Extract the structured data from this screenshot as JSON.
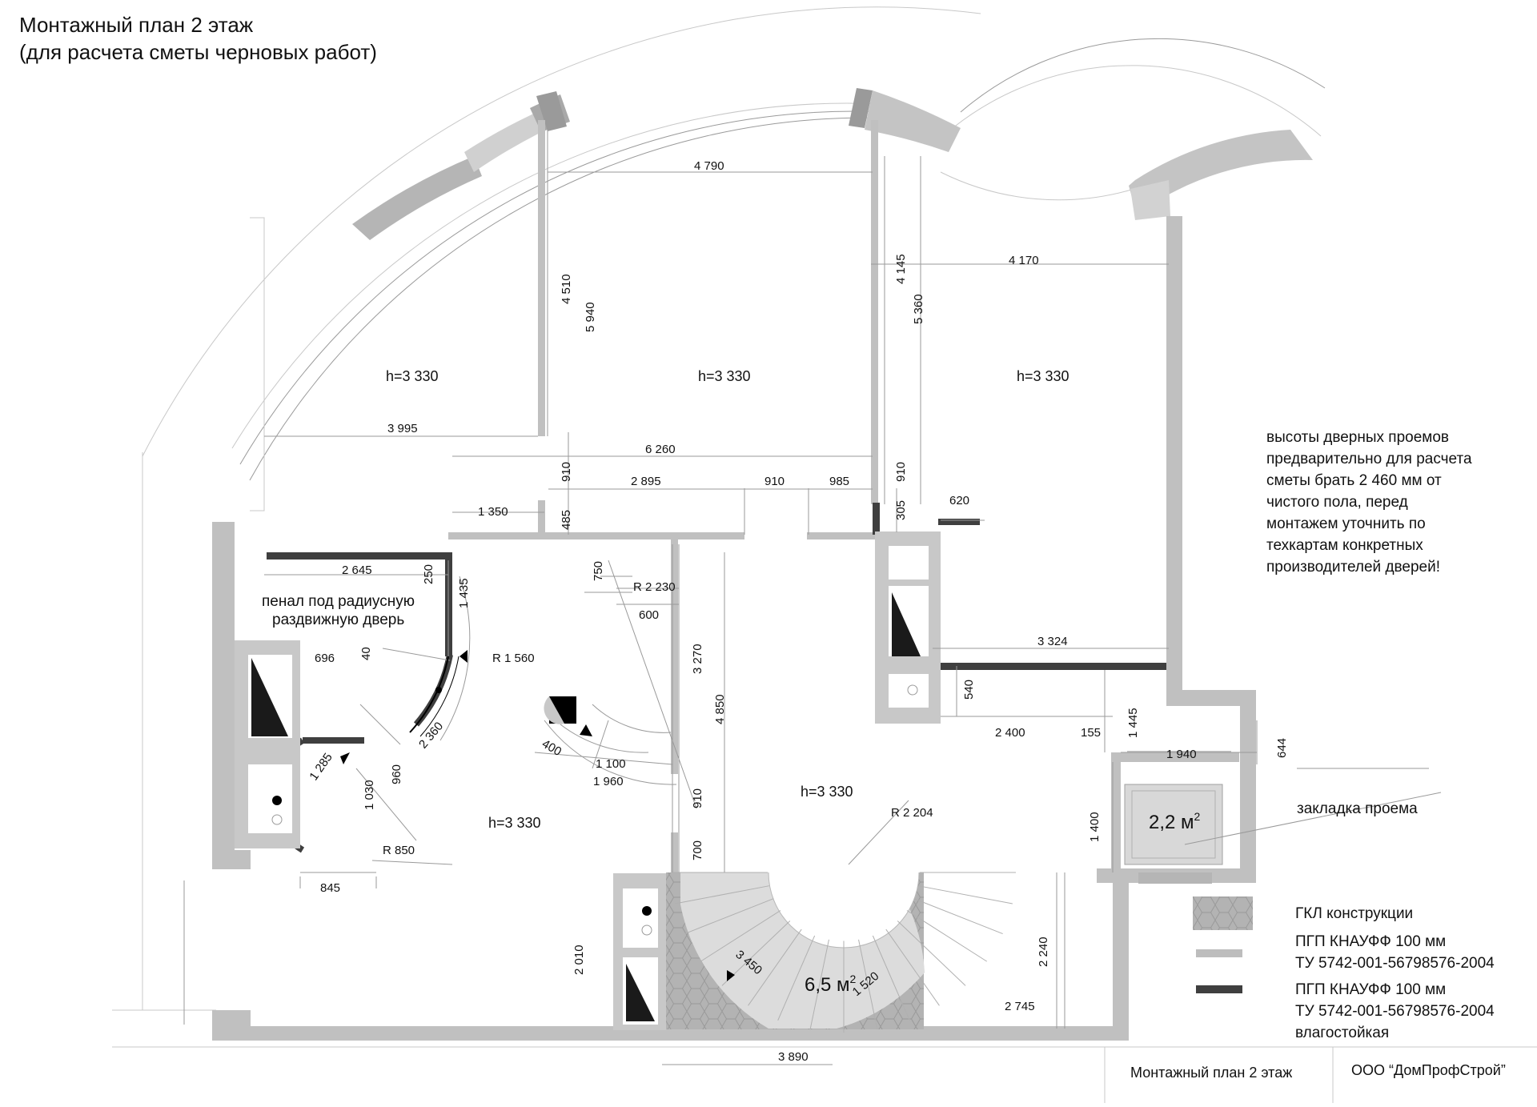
{
  "title": {
    "line1": "Монтажный план 2 этаж",
    "line2": "(для расчета сметы черновых работ)"
  },
  "rooms": [
    {
      "id": "bedroom-left",
      "label": "h=3 330"
    },
    {
      "id": "bedroom-middle",
      "label": "h=3 330"
    },
    {
      "id": "bedroom-right",
      "label": "h=3 330"
    },
    {
      "id": "hall",
      "label": "h=3 330"
    },
    {
      "id": "living",
      "label": "h=3 330"
    }
  ],
  "areas": {
    "bath_value": "2,2 м",
    "bath_sup": "2",
    "stair_value": "6,5 м",
    "stair_sup": "2"
  },
  "dimensions": {
    "d4790": "4 790",
    "d4510": "4 510",
    "d5940": "5 940",
    "d4145": "4 145",
    "d4170": "4 170",
    "d5360": "5 360",
    "d3995": "3 995",
    "d6260": "6 260",
    "d910a": "910",
    "d2895": "2 895",
    "d910b": "910",
    "d985": "985",
    "d910c": "910",
    "d1350": "1 350",
    "d485": "485",
    "d305": "305",
    "d620": "620",
    "d2645": "2 645",
    "d250": "250",
    "d1435": "1 435",
    "d750": "750",
    "r2230": "R 2 230",
    "d600": "600",
    "d3270": "3 270",
    "d3324": "3 324",
    "d696": "696",
    "d40": "40",
    "r1560": "R 1 560",
    "d2360": "2 360",
    "d4850": "4 850",
    "d540": "540",
    "d2400": "2 400",
    "d155": "155",
    "d1445": "1 445",
    "d400": "400",
    "d1100": "1 100",
    "d1960": "1 960",
    "d1940": "1 940",
    "d644": "644",
    "d1285": "1 285",
    "d960": "960",
    "d1030": "1 030",
    "d910d": "910",
    "r2204": "R 2 204",
    "d1400": "1 400",
    "r850": "R  850",
    "d700": "700",
    "d845": "845",
    "d2010": "2 010",
    "d3450": "3 450",
    "d1520": "1 520",
    "d2240": "2 240",
    "d2745": "2 745",
    "d3890": "3 890"
  },
  "labels": {
    "pocket_line1": "пенал под радиусную",
    "pocket_line2": "раздвижную дверь",
    "opening_note": "закладка проема"
  },
  "note": {
    "lines": [
      "высоты дверных проемов",
      "предварительно для расчета",
      "сметы брать 2 460 мм от",
      "чистого пола, перед",
      "монтажем уточнить по",
      "техкартам конкретных",
      "производителей дверей!"
    ]
  },
  "legend": {
    "items": [
      {
        "label": "ГКЛ конструкции"
      },
      {
        "label": "ПГП КНАУФФ 100 мм",
        "sub": "ТУ 5742-001-56798576-2004"
      },
      {
        "label": "ПГП КНАУФФ 100 мм",
        "sub": "ТУ 5742-001-56798576-2004",
        "sub2": "влагостойкая"
      }
    ],
    "colors": {
      "gkl": "#a9a9a9",
      "pgp": "#bdbdbd",
      "pgp_wet": "#3f3f3f"
    }
  },
  "stamp": {
    "title": "Монтажный план 2 этаж",
    "company": "ООО “ДомПрофСтрой”"
  },
  "colors": {
    "wall": "#c0c0c0",
    "dark_wall": "#3f3f3f",
    "line": "#9a9a9a"
  }
}
